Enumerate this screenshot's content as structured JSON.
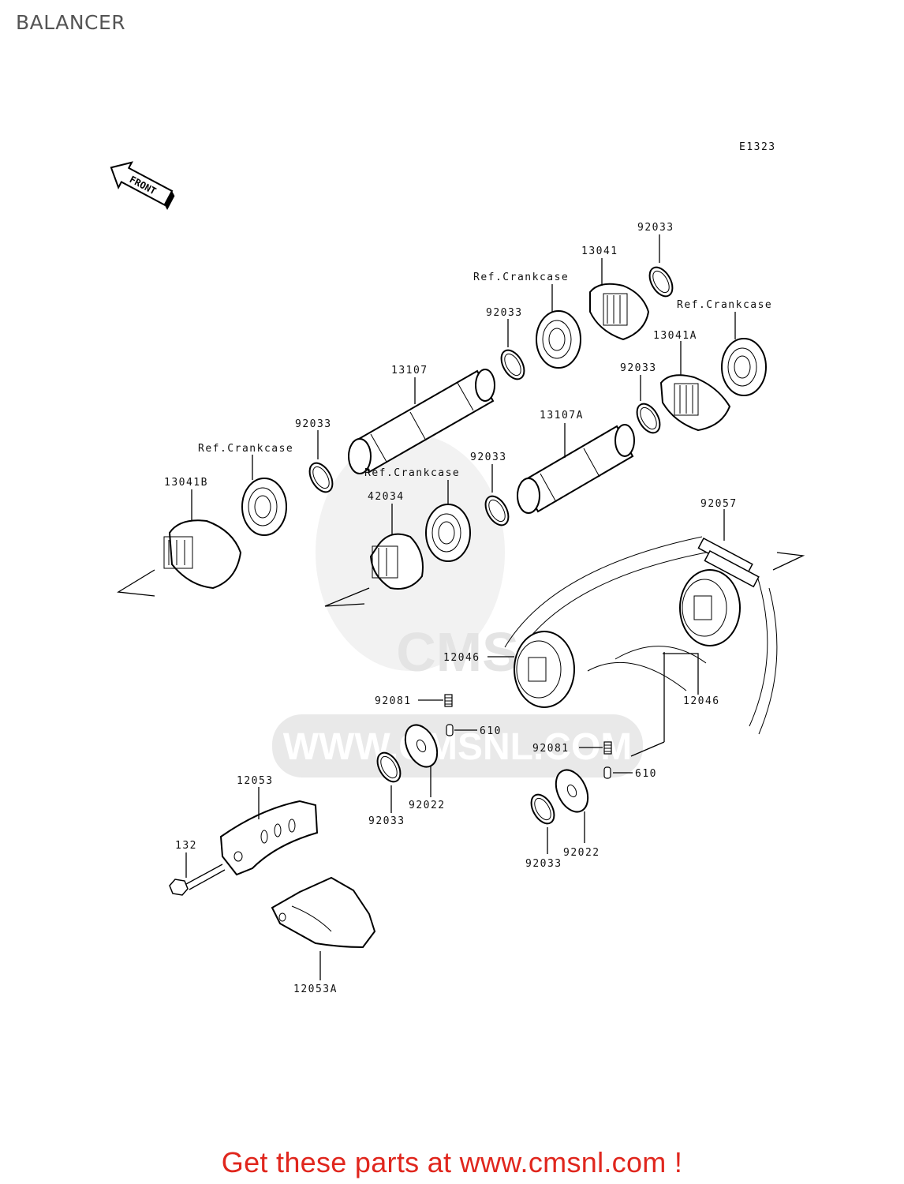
{
  "page": {
    "title": "BALANCER",
    "footer": "Get these parts at www.cmsnl.com !"
  },
  "diagram": {
    "code": "E1323",
    "front_label": "FRONT",
    "watermark": "WWW.CMSNL.COM",
    "watermark_logo": "CMS",
    "labels": {
      "p92033_top": "92033",
      "p13041": "13041",
      "ref_crankcase_1": "Ref.Crankcase",
      "ref_crankcase_2": "Ref.Crankcase",
      "p92033_a": "92033",
      "p13041a": "13041A",
      "p13107": "13107",
      "p92033_b": "92033",
      "p92033_c": "92033",
      "ref_crankcase_3": "Ref.Crankcase",
      "p13107a": "13107A",
      "p92033_d": "92033",
      "ref_crankcase_4": "Ref.Crankcase",
      "p13041b": "13041B",
      "p42034": "42034",
      "p92057": "92057",
      "p12046_a": "12046",
      "p12046_b": "12046",
      "p92081_a": "92081",
      "p610_a": "610",
      "p92081_b": "92081",
      "p610_b": "610",
      "p12053": "12053",
      "p92033_e": "92033",
      "p92022_a": "92022",
      "p132": "132",
      "p92033_f": "92033",
      "p92022_b": "92022",
      "p12053a": "12053A"
    }
  }
}
